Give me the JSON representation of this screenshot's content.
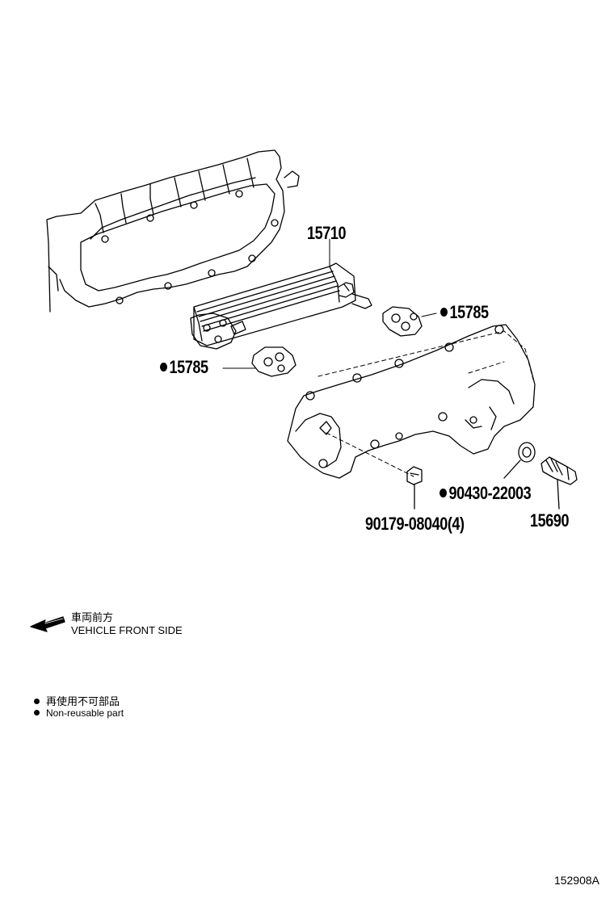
{
  "parts": {
    "oil_cooler": "15710",
    "gasket_upper": "15785",
    "gasket_lower": "15785",
    "gasket_washer": "90430-22003",
    "nut": "90179-08040(4)",
    "sensor": "15690"
  },
  "legend": {
    "front_jp": "車両前方",
    "front_en": "VEHICLE FRONT SIDE",
    "nonreuse_jp": "再使用不可部品",
    "nonreuse_en": "Non-reusable part"
  },
  "figure_code": "152908A"
}
